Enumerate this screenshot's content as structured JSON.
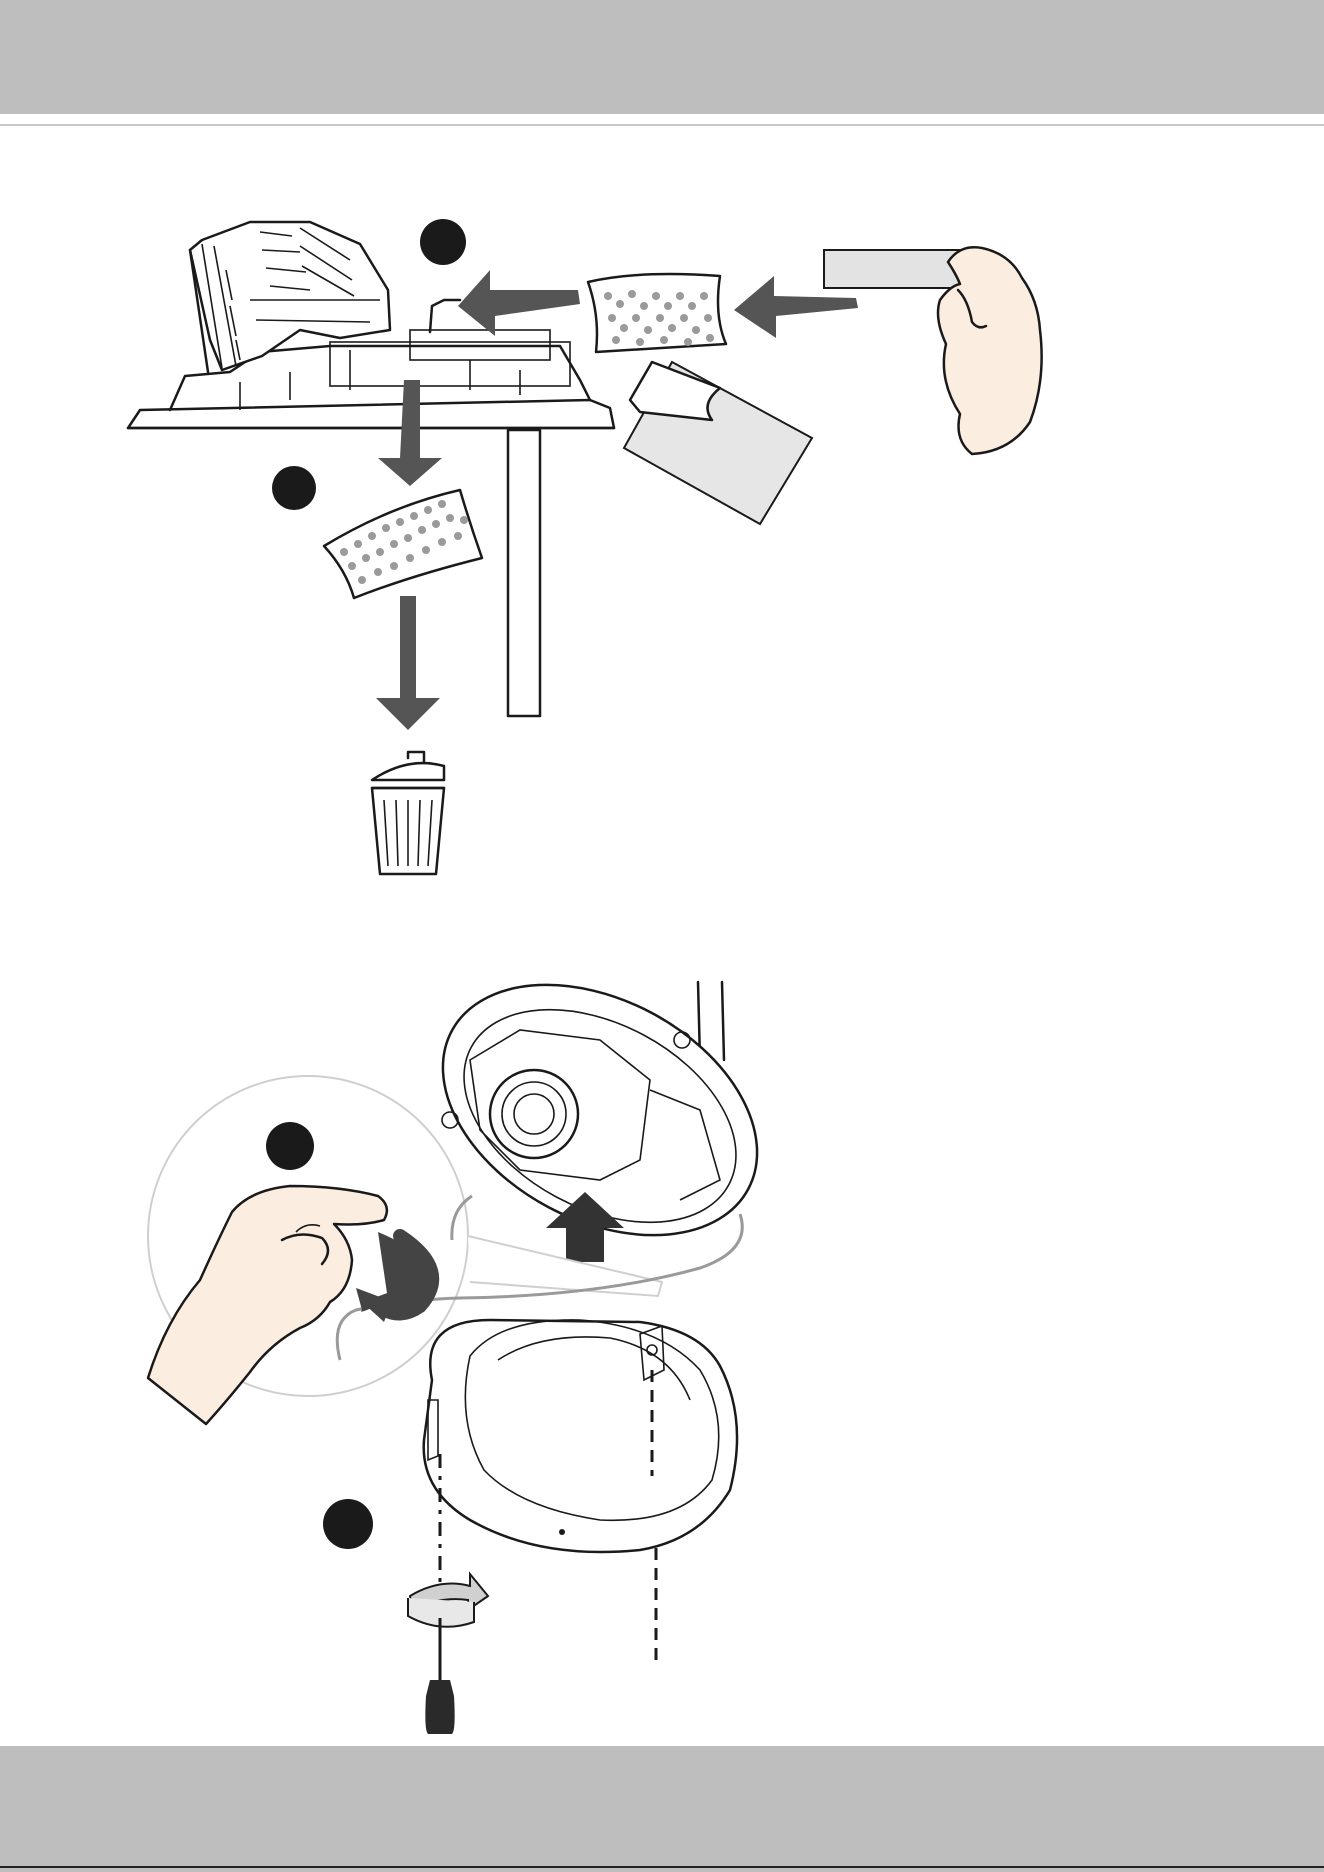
{
  "colors": {
    "header_band": "#bebebe",
    "header_rule": "#c8c8c8",
    "footer_band": "#bebebe",
    "arrow": "#555555",
    "skin": "#fbeee0",
    "step_marker": "#1a1a1a"
  },
  "illustrations": [
    {
      "name": "desiccant-replacement",
      "step_markers": 2
    },
    {
      "name": "dome-cover-reinstall",
      "step_markers": 2
    }
  ]
}
